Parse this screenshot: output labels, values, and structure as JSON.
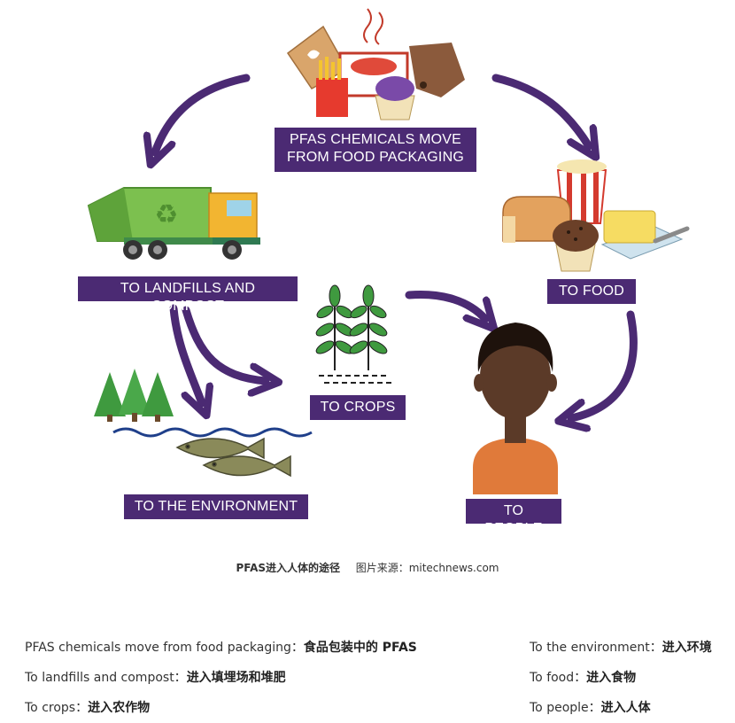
{
  "nodes": {
    "packaging": "PFAS CHEMICALS MOVE\nFROM FOOD PACKAGING",
    "landfills": "TO LANDFILLS AND COMPOST",
    "food": "TO FOOD",
    "crops": "TO CROPS",
    "environment": "TO THE ENVIRONMENT",
    "people": "TO PEOPLE"
  },
  "caption": {
    "title": "PFAS进入人体的途径",
    "source": "图片来源：mitechnews.com"
  },
  "legend": {
    "left": [
      {
        "en": "PFAS chemicals move from food packaging：",
        "zh": "食品包装中的 PFAS"
      },
      {
        "en": "To landfills and compost：",
        "zh": "进入填埋场和堆肥"
      },
      {
        "en": "To crops：",
        "zh": "进入农作物"
      }
    ],
    "right": [
      {
        "en": "To the environment：",
        "zh": "进入环境"
      },
      {
        "en": "To food：",
        "zh": "进入食物"
      },
      {
        "en": "To people：",
        "zh": "进入人体"
      }
    ]
  },
  "colors": {
    "accent": "#4b2a73",
    "arrow": "#4b2a73",
    "truck_green": "#6fb54a",
    "tree_green": "#3f9a3f",
    "skin": "#5b3a28",
    "shirt": "#e07a3a"
  },
  "icons": [
    "food-packaging-icon",
    "garbage-truck-icon",
    "food-items-icon",
    "crops-icon",
    "trees-icon",
    "river-icon",
    "fish-icon",
    "person-icon"
  ]
}
